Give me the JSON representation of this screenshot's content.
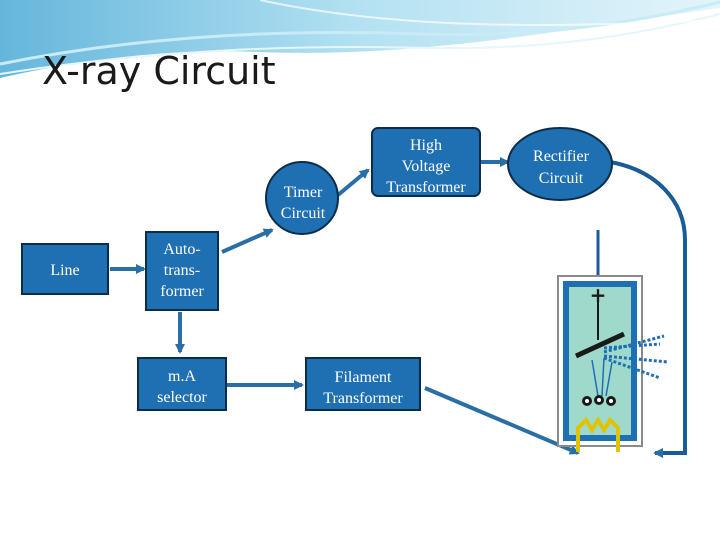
{
  "slide": {
    "title": "X-ray Circuit"
  },
  "diagram": {
    "nodes": {
      "line": [
        "Line"
      ],
      "autotransformer": [
        "Auto-",
        "trans-",
        "former"
      ],
      "timer": [
        "Timer",
        "Circuit"
      ],
      "hv_transformer": [
        "High",
        "Voltage",
        "Transformer"
      ],
      "rectifier": [
        "Rectifier",
        "Circuit"
      ],
      "ma_selector": [
        "m.A",
        "selector"
      ],
      "filament": [
        "Filament",
        "Transformer"
      ]
    },
    "tube": {
      "anode_symbol": "+"
    }
  },
  "colors": {
    "box_fill": "#1f6fb3",
    "box_stroke": "#0c2d4a",
    "arrow": "#2a6ea6",
    "wire": "#1a5c98",
    "tube_fill": "#9fd9cc",
    "tube_border": "#1f6fb3",
    "cathode_wire": "#e0c400",
    "anode_coil": "#e0c400",
    "header_swoosh": "#8fd0e8"
  }
}
